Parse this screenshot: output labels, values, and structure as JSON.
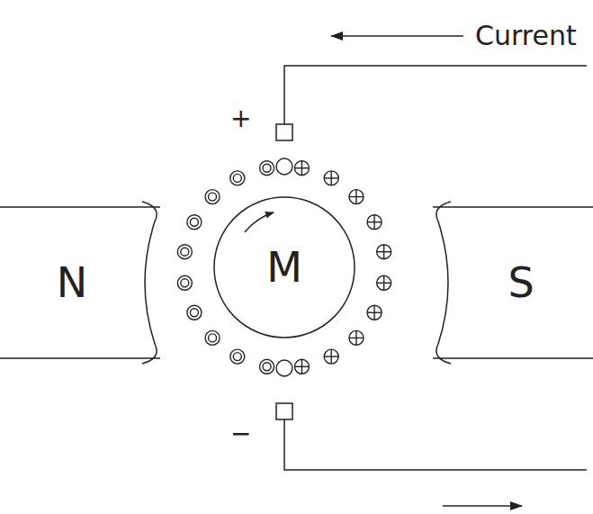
{
  "diagram": {
    "nodes": [
      {
        "text": [
          "N"
        ]
      },
      {
        "text": [
          "M"
        ]
      },
      {
        "text": [
          "S"
        ]
      }
    ],
    "labels": [
      "Current",
      "+",
      "−"
    ]
  }
}
